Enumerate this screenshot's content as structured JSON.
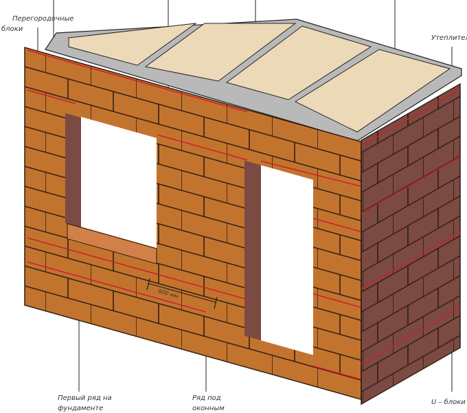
{
  "labels": {
    "partition_blocks": "Перегородочные блоки",
    "insulation": "Утеплитель",
    "first_row": "Первый ряд на фундаменте",
    "under_window_row": "Ряд под оконным проемом",
    "u_blocks": "U – блоки",
    "dimension": "900 мм"
  },
  "colors": {
    "brick_front": "#c2742f",
    "brick_side": "#7b4a42",
    "mortar": "#2b1a10",
    "rebar": "#d0202a",
    "slab": "#b9b9b9",
    "insulation": "#ecd9b8"
  }
}
